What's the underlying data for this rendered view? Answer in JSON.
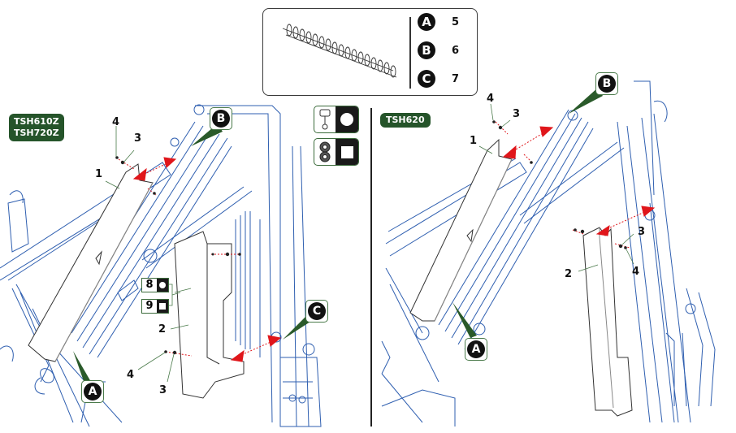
{
  "legend": {
    "title_icon": "spiral-hose-wrap-icon",
    "rows": [
      {
        "callout": "A",
        "part": "5"
      },
      {
        "callout": "B",
        "part": "6"
      },
      {
        "callout": "C",
        "part": "7"
      }
    ]
  },
  "left_panel": {
    "model_tags": [
      "TSH610Z",
      "TSH720Z"
    ],
    "part_labels": {
      "p1": "1",
      "p2": "2",
      "p3a": "3",
      "p4a": "4",
      "p3b": "3",
      "p4b": "4"
    },
    "callouts": {
      "a": "A",
      "b": "B",
      "c": "C"
    },
    "option_keys": [
      {
        "part": "8",
        "symbol": "circle"
      },
      {
        "part": "9",
        "symbol": "square"
      }
    ]
  },
  "key_icons": [
    {
      "icon": "piston-icon",
      "symbol": "circle"
    },
    {
      "icon": "gear-pump-icon",
      "symbol": "square"
    }
  ],
  "right_panel": {
    "model_tag": "TSH620",
    "part_labels": {
      "p1": "1",
      "p2": "2",
      "p3a": "3",
      "p4a": "4",
      "p3b": "3",
      "p4b": "4"
    },
    "callouts": {
      "a": "A",
      "b": "B"
    }
  },
  "colors": {
    "line_art": "#2f5fb0",
    "guard_outline": "#333333",
    "leader": "#4a7a4a",
    "arrow": "#e0161b",
    "tag_bg": "#25542a"
  }
}
